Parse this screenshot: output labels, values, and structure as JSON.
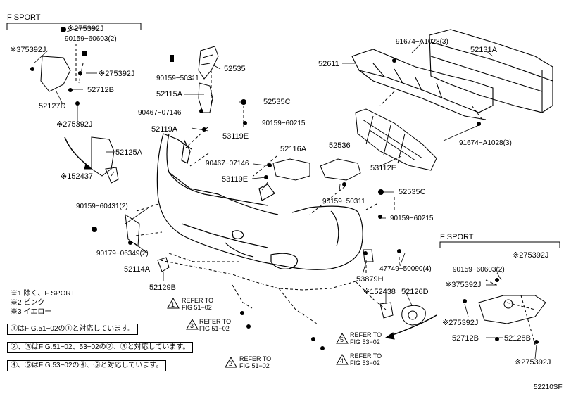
{
  "groups": {
    "fsport_left": "F SPORT",
    "fsport_right": "F SPORT"
  },
  "parts": {
    "p75392J_a": "※275392J",
    "p90159_60603_a": "90159−60603(2)",
    "p75392J_b": "※375392J",
    "p75392J_c": "※275392J",
    "p52712B_a": "52712B",
    "p52127D": "52127D",
    "p75392J_d": "※275392J",
    "p52125A": "52125A",
    "p52437": "※152437",
    "p90159_50311_a": "90159−50311",
    "p52535": "52535",
    "p52115A": "52115A",
    "p52535C_a": "52535C",
    "p90467_07146_a": "90467−07146",
    "p90159_60215_a": "90159−60215",
    "p52119A": "52119A",
    "p53119E_a": "53119E",
    "p52116A": "52116A",
    "p90467_07146_b": "90467−07146",
    "p53119E_b": "53119E",
    "p52536": "52536",
    "p53112E": "53112E",
    "p52611": "52611",
    "p91674_a": "91674−A1028(3)",
    "p52131A": "52131A",
    "p91674_b": "91674−A1028(3)",
    "p90159_50311_b": "90159−50311",
    "p52535C_b": "52535C",
    "p90159_60215_b": "90159−60215",
    "p90159_60431": "90159−60431(2)",
    "p90179_06349": "90179−06349(2)",
    "p52114A": "52114A",
    "p52129B": "52129B",
    "p53879H": "53879H",
    "p47749": "47749−50090(4)",
    "p52438": "※152438",
    "p52126D": "52126D",
    "p75392J_e": "※275392J",
    "p90159_60603_b": "90159−60603(2)",
    "p75392J_f": "※375392J",
    "p75392J_g": "※275392J",
    "p52712B_b": "52712B",
    "p52128B": "52128B",
    "p75392J_h": "※275392J"
  },
  "refs": {
    "r1": {
      "num": "1",
      "line1": "REFER TO",
      "line2": "FIG 51−02"
    },
    "r3": {
      "num": "3",
      "line1": "REFER TO",
      "line2": "FIG 51−02"
    },
    "r2": {
      "num": "2",
      "line1": "REFER TO",
      "line2": "FIG 51−02"
    },
    "r5": {
      "num": "5",
      "line1": "REFER TO",
      "line2": "FIG 53−02"
    },
    "r4": {
      "num": "4",
      "line1": "REFER TO",
      "line2": "FIG 53−02"
    }
  },
  "notes": {
    "n1": "※1 除く、F SPORT",
    "n2": "※2 ピンク",
    "n3": "※3 イエロー"
  },
  "legend": {
    "l1": "①はFIG.51−02の①と対応しています。",
    "l2": "②、③はFIG.51−02、53−02の②、③と対応しています。",
    "l3": "④、⑤はFIG.53−02の④、⑤と対応しています。"
  },
  "figure_id": "52210SF"
}
